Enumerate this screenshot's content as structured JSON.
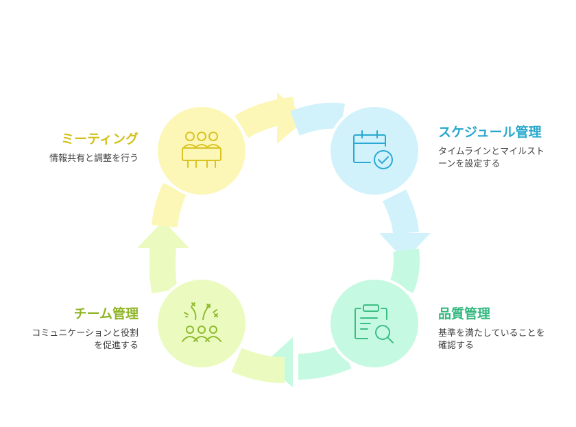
{
  "stages": [
    {
      "id": "meeting",
      "title": "ミーティング",
      "desc": "情報共有と調整を行う",
      "icon": "meeting-team-icon",
      "color": "#d4c11a"
    },
    {
      "id": "schedule",
      "title": "スケジュール管理",
      "desc": "タイムラインとマイルストーンを設定する",
      "icon": "calendar-check-icon",
      "color": "#26a8cc"
    },
    {
      "id": "quality",
      "title": "品質管理",
      "desc": "基準を満たしていることを確認する",
      "icon": "clipboard-search-icon",
      "color": "#34b87f"
    },
    {
      "id": "team",
      "title": "チーム管理",
      "desc": "コミュニケーションと役割を促進する",
      "icon": "team-celebration-icon",
      "color": "#8fb526"
    }
  ],
  "colors": {
    "meeting_fill": "#fdf7b7",
    "schedule_fill": "#d1f2fb",
    "quality_fill": "#c6f9e1",
    "team_fill": "#ebfbbf",
    "meeting_stroke": "#d9c322",
    "schedule_stroke": "#2aa9d2",
    "quality_stroke": "#3bbd85",
    "team_stroke": "#8fba2d"
  }
}
